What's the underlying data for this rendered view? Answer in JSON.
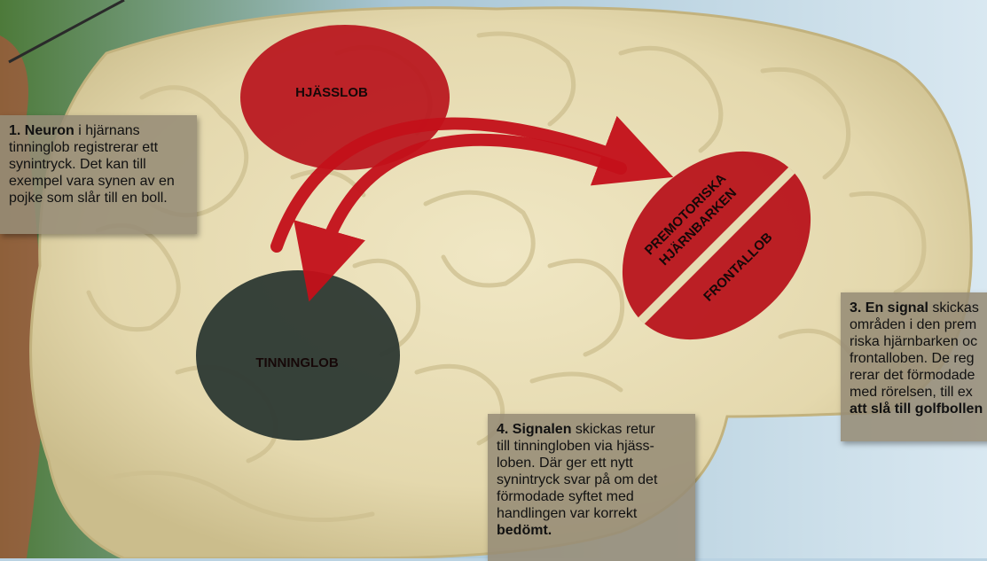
{
  "lobes": {
    "parietal": "HJÄSSLOB",
    "temporal": "TINNINGLOB",
    "premotor_line1": "PREMOTORISKA",
    "premotor_line2": "HJÄRNBARKEN",
    "frontal": "FRONTALLOB"
  },
  "captions": {
    "c1": {
      "bold": "1. Neuron",
      "lines": [
        " i hjärnans",
        "tinninglob registrerar ett",
        "synintryck. Det kan till",
        "exempel vara synen av en",
        "pojke som slår till en boll."
      ]
    },
    "c3": {
      "bold": "3. En signal",
      "lines": [
        " skickas",
        "områden i den prem",
        "riska hjärnbarken oc",
        "frontalloben. De reg",
        "rerar det förmodade",
        "med rörelsen, till ex",
        "att slå till golfbollen"
      ]
    },
    "c4": {
      "bold": "4. Signalen",
      "lines": [
        " skickas retur",
        "till tinningloben via hjäss-",
        "loben. Där ger ett nytt",
        "synintryck svar på om det",
        "förmodade syftet med",
        "handlingen var korrekt",
        "bedömt."
      ]
    }
  },
  "colors": {
    "brain": "#e9dfb8",
    "lobe_red": "#b8141c",
    "lobe_dark": "#2f3a34",
    "arrow_red": "#c4101a",
    "caption_bg": "#968c76"
  }
}
